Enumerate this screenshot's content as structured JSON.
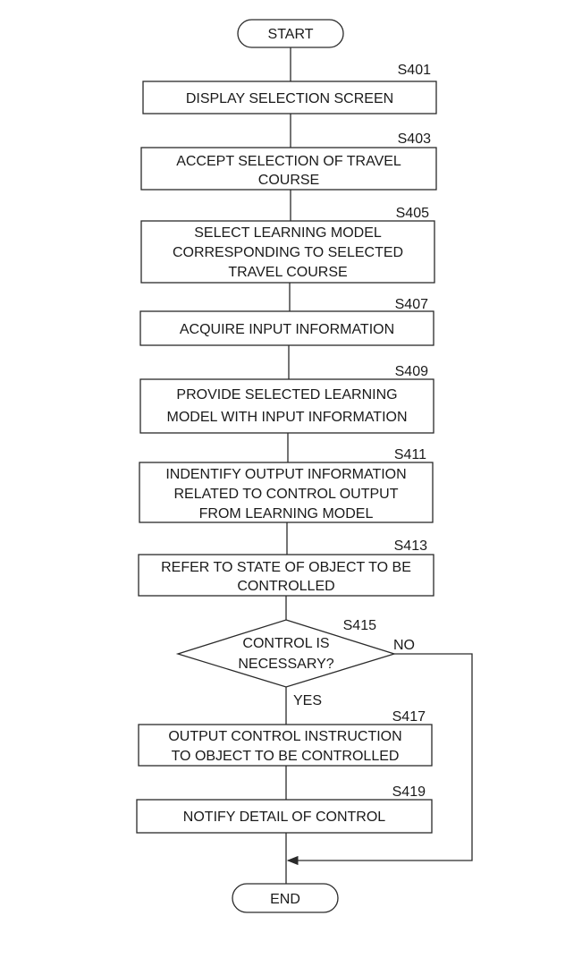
{
  "terminals": {
    "start": "START",
    "end": "END"
  },
  "steps": [
    {
      "id": "S401",
      "lines": [
        "DISPLAY SELECTION SCREEN"
      ]
    },
    {
      "id": "S403",
      "lines": [
        "ACCEPT SELECTION OF TRAVEL",
        "COURSE"
      ]
    },
    {
      "id": "S405",
      "lines": [
        "SELECT LEARNING MODEL",
        "CORRESPONDING TO SELECTED",
        "TRAVEL COURSE"
      ]
    },
    {
      "id": "S407",
      "lines": [
        "ACQUIRE INPUT INFORMATION"
      ]
    },
    {
      "id": "S409",
      "lines": [
        "PROVIDE SELECTED LEARNING",
        "MODEL WITH INPUT INFORMATION"
      ]
    },
    {
      "id": "S411",
      "lines": [
        "INDENTIFY OUTPUT INFORMATION",
        "RELATED TO CONTROL OUTPUT",
        "FROM LEARNING MODEL"
      ]
    },
    {
      "id": "S413",
      "lines": [
        "REFER TO STATE OF OBJECT TO BE",
        "CONTROLLED"
      ]
    },
    {
      "id": "S417",
      "lines": [
        "OUTPUT CONTROL INSTRUCTION",
        "TO OBJECT TO BE CONTROLLED"
      ]
    },
    {
      "id": "S419",
      "lines": [
        "NOTIFY DETAIL OF CONTROL"
      ]
    }
  ],
  "decision": {
    "id": "S415",
    "lines": [
      "CONTROL IS",
      "NECESSARY?"
    ],
    "yes_label": "YES",
    "no_label": "NO"
  }
}
